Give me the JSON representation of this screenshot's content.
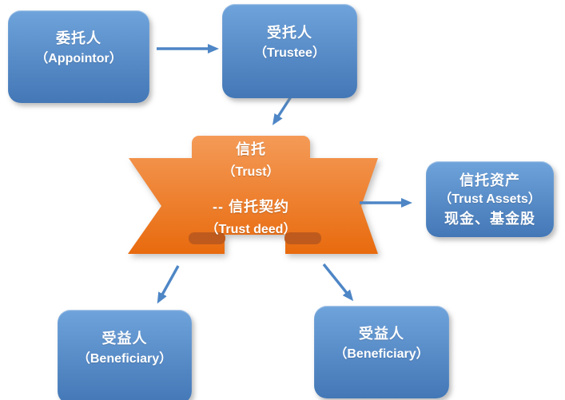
{
  "diagram": {
    "type": "flow-diagram",
    "nodes": {
      "appointor": {
        "lines": [
          "委托人",
          "（Appointor）"
        ]
      },
      "trustee": {
        "lines": [
          "受托人",
          "（Trustee）"
        ]
      },
      "trust": {
        "lines": [
          "信托",
          "（Trust）",
          "",
          "-- 信托契约",
          "（Trust deed）"
        ]
      },
      "trust_assets": {
        "lines": [
          "信托资产",
          "（Trust Assets）",
          "现金、基金股"
        ]
      },
      "beneficiary_left": {
        "lines": [
          "受益人",
          "（Beneficiary）"
        ]
      },
      "beneficiary_right": {
        "lines": [
          "受益人",
          "（Beneficiary）"
        ]
      }
    },
    "edges": [
      {
        "from": "appointor",
        "to": "trustee"
      },
      {
        "from": "trustee",
        "to": "trust"
      },
      {
        "from": "trust",
        "to": "trust_assets"
      },
      {
        "from": "trust",
        "to": "beneficiary_left"
      },
      {
        "from": "trust",
        "to": "beneficiary_right"
      }
    ]
  },
  "colors": {
    "box_blue_top": "#6FA3DB",
    "box_blue_bottom": "#4377B6",
    "arrow_blue": "#4E86C6",
    "ribbon_orange_top": "#F49B58",
    "ribbon_orange_bottom": "#E8690C",
    "ribbon_curl": "#BE5A1D",
    "text_white": "#FFFFFF",
    "page_bg": "#FFFFFF"
  }
}
